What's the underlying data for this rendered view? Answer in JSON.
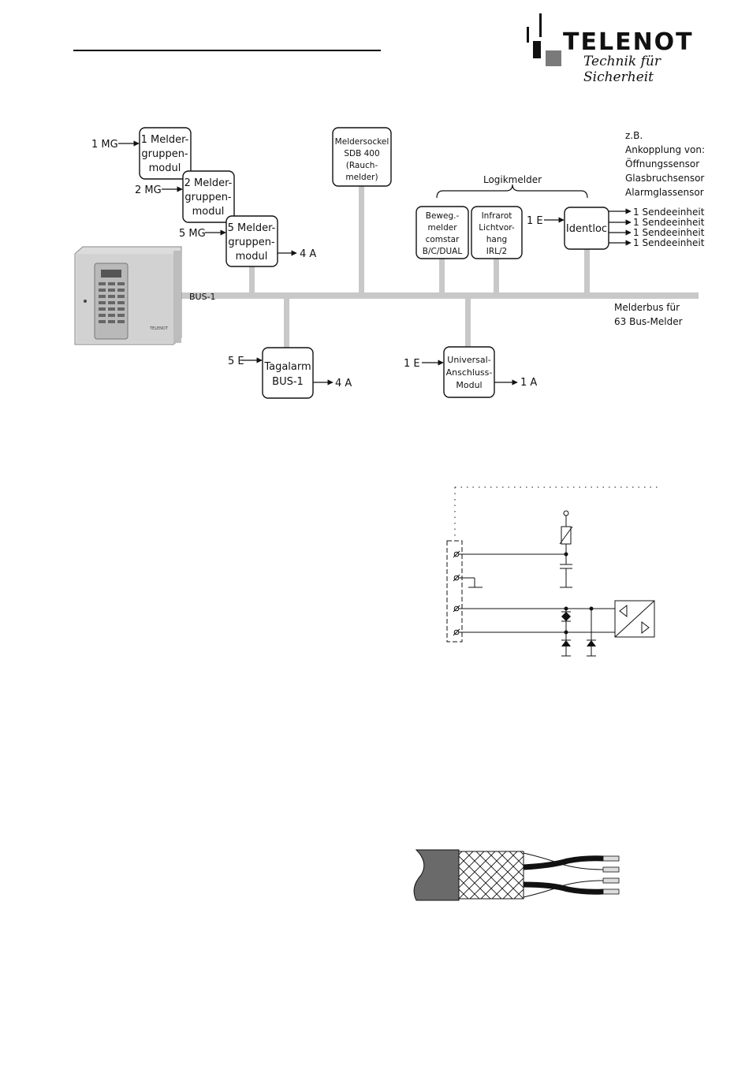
{
  "header": {
    "brand": "TELENOT",
    "tagline": "Technik für Sicherheit"
  },
  "bus_diagram": {
    "bus_label": "BUS-1",
    "bus_note": [
      "Melderbus für",
      "63 Bus-Melder"
    ],
    "panel_label": "TELENOT",
    "modules": {
      "mg1": {
        "lines": [
          "1 Melder-",
          "gruppen-",
          "modul"
        ],
        "input": "1 MG"
      },
      "mg2": {
        "lines": [
          "2 Melder-",
          "gruppen-",
          "modul"
        ],
        "input": "2 MG"
      },
      "mg5": {
        "lines": [
          "5 Melder-",
          "gruppen-",
          "modul"
        ],
        "input": "5 MG",
        "output": "4 A"
      },
      "sdb": {
        "lines": [
          "Meldersockel",
          "SDB 400",
          "(Rauch-",
          "melder)"
        ]
      },
      "motion": {
        "lines": [
          "Beweg.-",
          "melder",
          "comstar",
          "B/C/DUAL"
        ]
      },
      "irl": {
        "lines": [
          "Infrarot",
          "Lichtvor-",
          "hang",
          "IRL/2"
        ]
      },
      "identloc": {
        "lines": [
          "Identloc"
        ],
        "input": "1 E"
      },
      "tagalarm": {
        "lines": [
          "Tagalarm",
          "BUS-1"
        ],
        "input": "5 E",
        "output": "4 A"
      },
      "universal": {
        "lines": [
          "Universal-",
          "Anschluss-",
          "Modul"
        ],
        "input": "1 E",
        "output": "1 A"
      }
    },
    "logik_label": "Logikmelder",
    "note_lines": [
      "z.B.",
      "Ankopplung von:",
      "Öffnungssensor",
      "Glasbruchsensor",
      "Alarmglassensor"
    ],
    "sendeeinheit": [
      "1 Sendeeinheit",
      "1 Sendeeinheit",
      "1 Sendeeinheit",
      "1 Sendeeinheit"
    ]
  },
  "colors": {
    "bus": "#c8c8c8",
    "line": "#111111",
    "logo_gray": "#7a7a7a"
  }
}
